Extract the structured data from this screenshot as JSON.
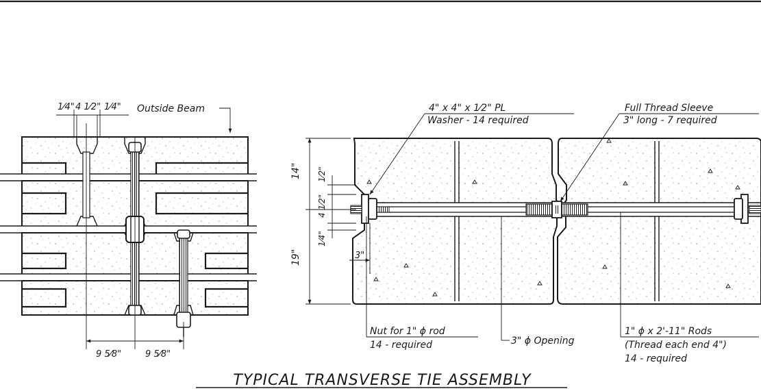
{
  "title": "TYPICAL TRANSVERSE TIE ASSEMBLY",
  "left_view": {
    "dim_quarter_left": "1⁄4\"",
    "dim_four_half": "4 1⁄2\"",
    "dim_quarter_right": "1⁄4\"",
    "outside_beam": "Outside Beam",
    "dim_bottom_left": "9 5⁄8\"",
    "dim_bottom_right": "9 5⁄8\""
  },
  "right_view": {
    "washer_line1": "4\" x 4\" x 1⁄2\" PL",
    "washer_line2": "Washer - 14 required",
    "sleeve_line1": "Full Thread Sleeve",
    "sleeve_line2": "3\" long - 7 required",
    "dim_14": "14\"",
    "dim_19": "19\"",
    "dim_half": "1⁄2\"",
    "dim_four_half": "4 1⁄2\"",
    "dim_quarter": "1⁄4\"",
    "dim_3": "3\"",
    "nut_line1": "Nut for 1\" ϕ rod",
    "nut_line2": "14 - required",
    "opening": "3\" ϕ Opening",
    "rods_line1": "1\" ϕ x 2'-11\" Rods",
    "rods_line2": "(Thread each end 4\")",
    "rods_line3": "14 - required"
  }
}
